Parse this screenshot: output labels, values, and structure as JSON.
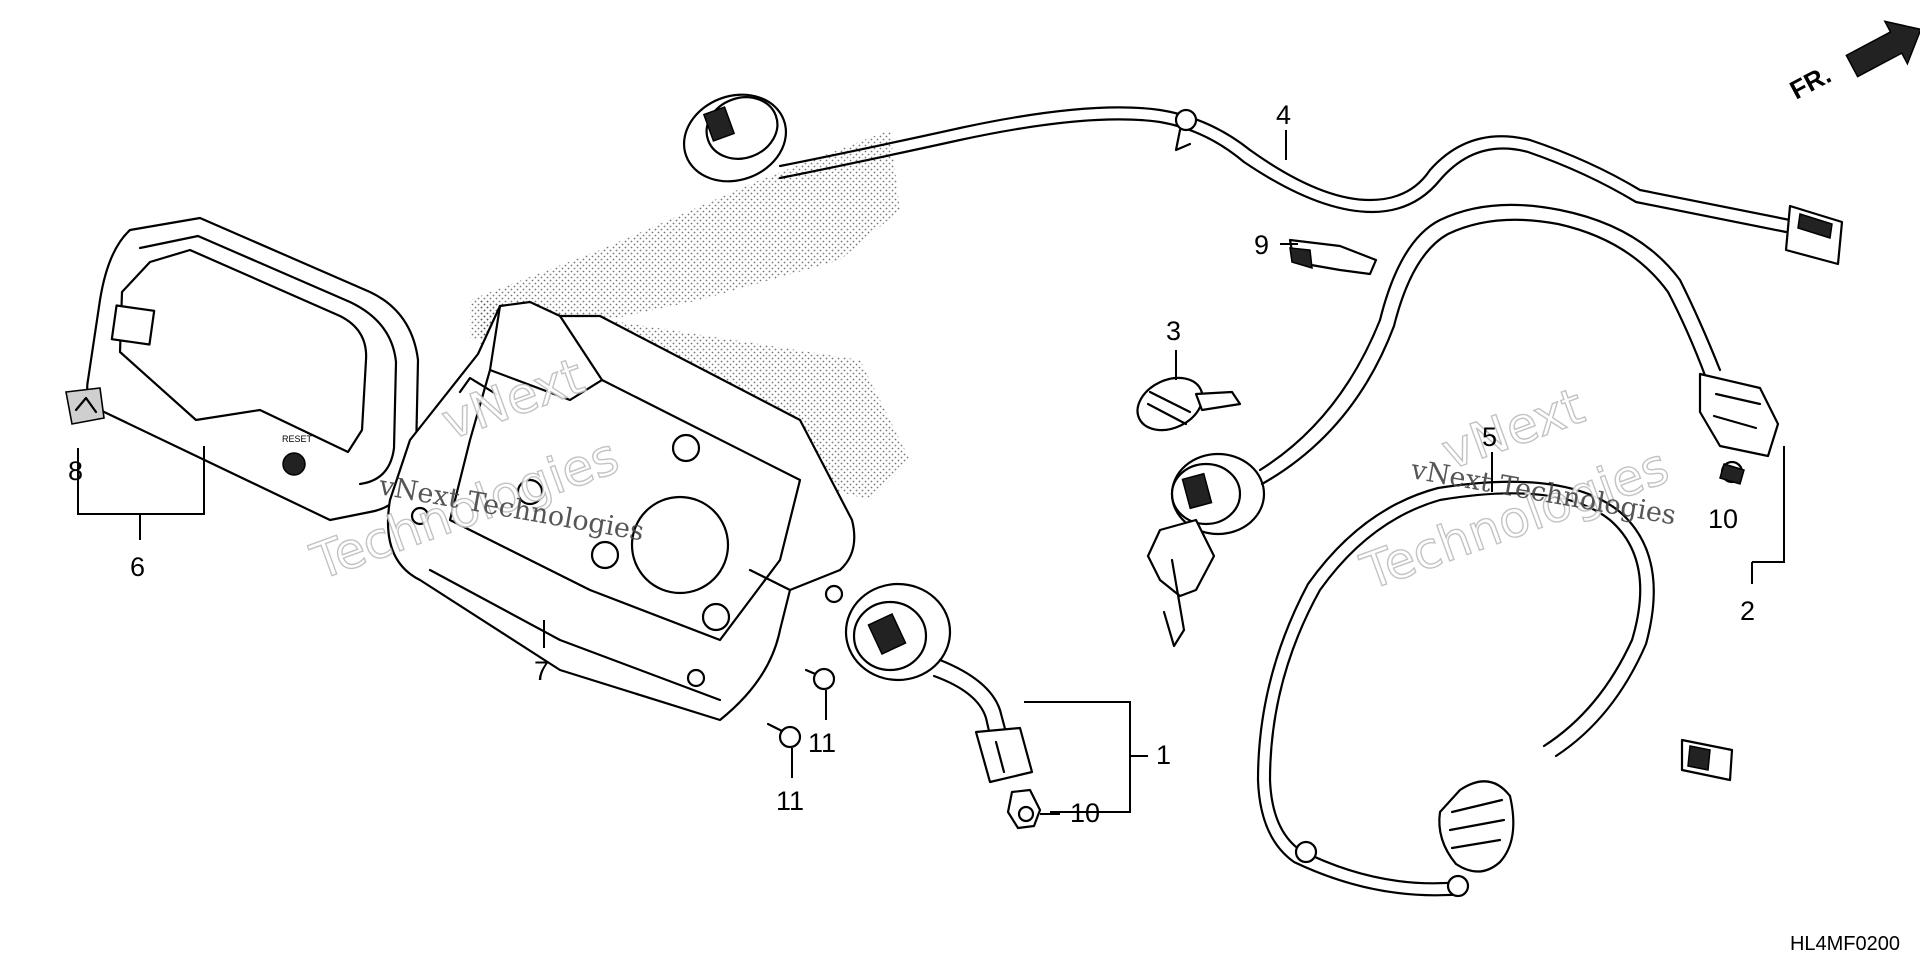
{
  "figure_code": "HL4MF0200",
  "direction_marker": "FR.",
  "watermarks": [
    {
      "line1": "vNext",
      "line2": "Technologies",
      "small": "vNext Technologies"
    },
    {
      "line1": "vNext",
      "line2": "Technologies",
      "small": "vNext Technologies"
    }
  ],
  "callouts": [
    {
      "id": "c1",
      "label": "1"
    },
    {
      "id": "c2",
      "label": "2"
    },
    {
      "id": "c3",
      "label": "3"
    },
    {
      "id": "c4",
      "label": "4"
    },
    {
      "id": "c5",
      "label": "5"
    },
    {
      "id": "c6",
      "label": "6"
    },
    {
      "id": "c7",
      "label": "7"
    },
    {
      "id": "c8",
      "label": "8"
    },
    {
      "id": "c9",
      "label": "9"
    },
    {
      "id": "c10a",
      "label": "10"
    },
    {
      "id": "c10b",
      "label": "10"
    },
    {
      "id": "c11a",
      "label": "11"
    },
    {
      "id": "c11b",
      "label": "11"
    }
  ]
}
